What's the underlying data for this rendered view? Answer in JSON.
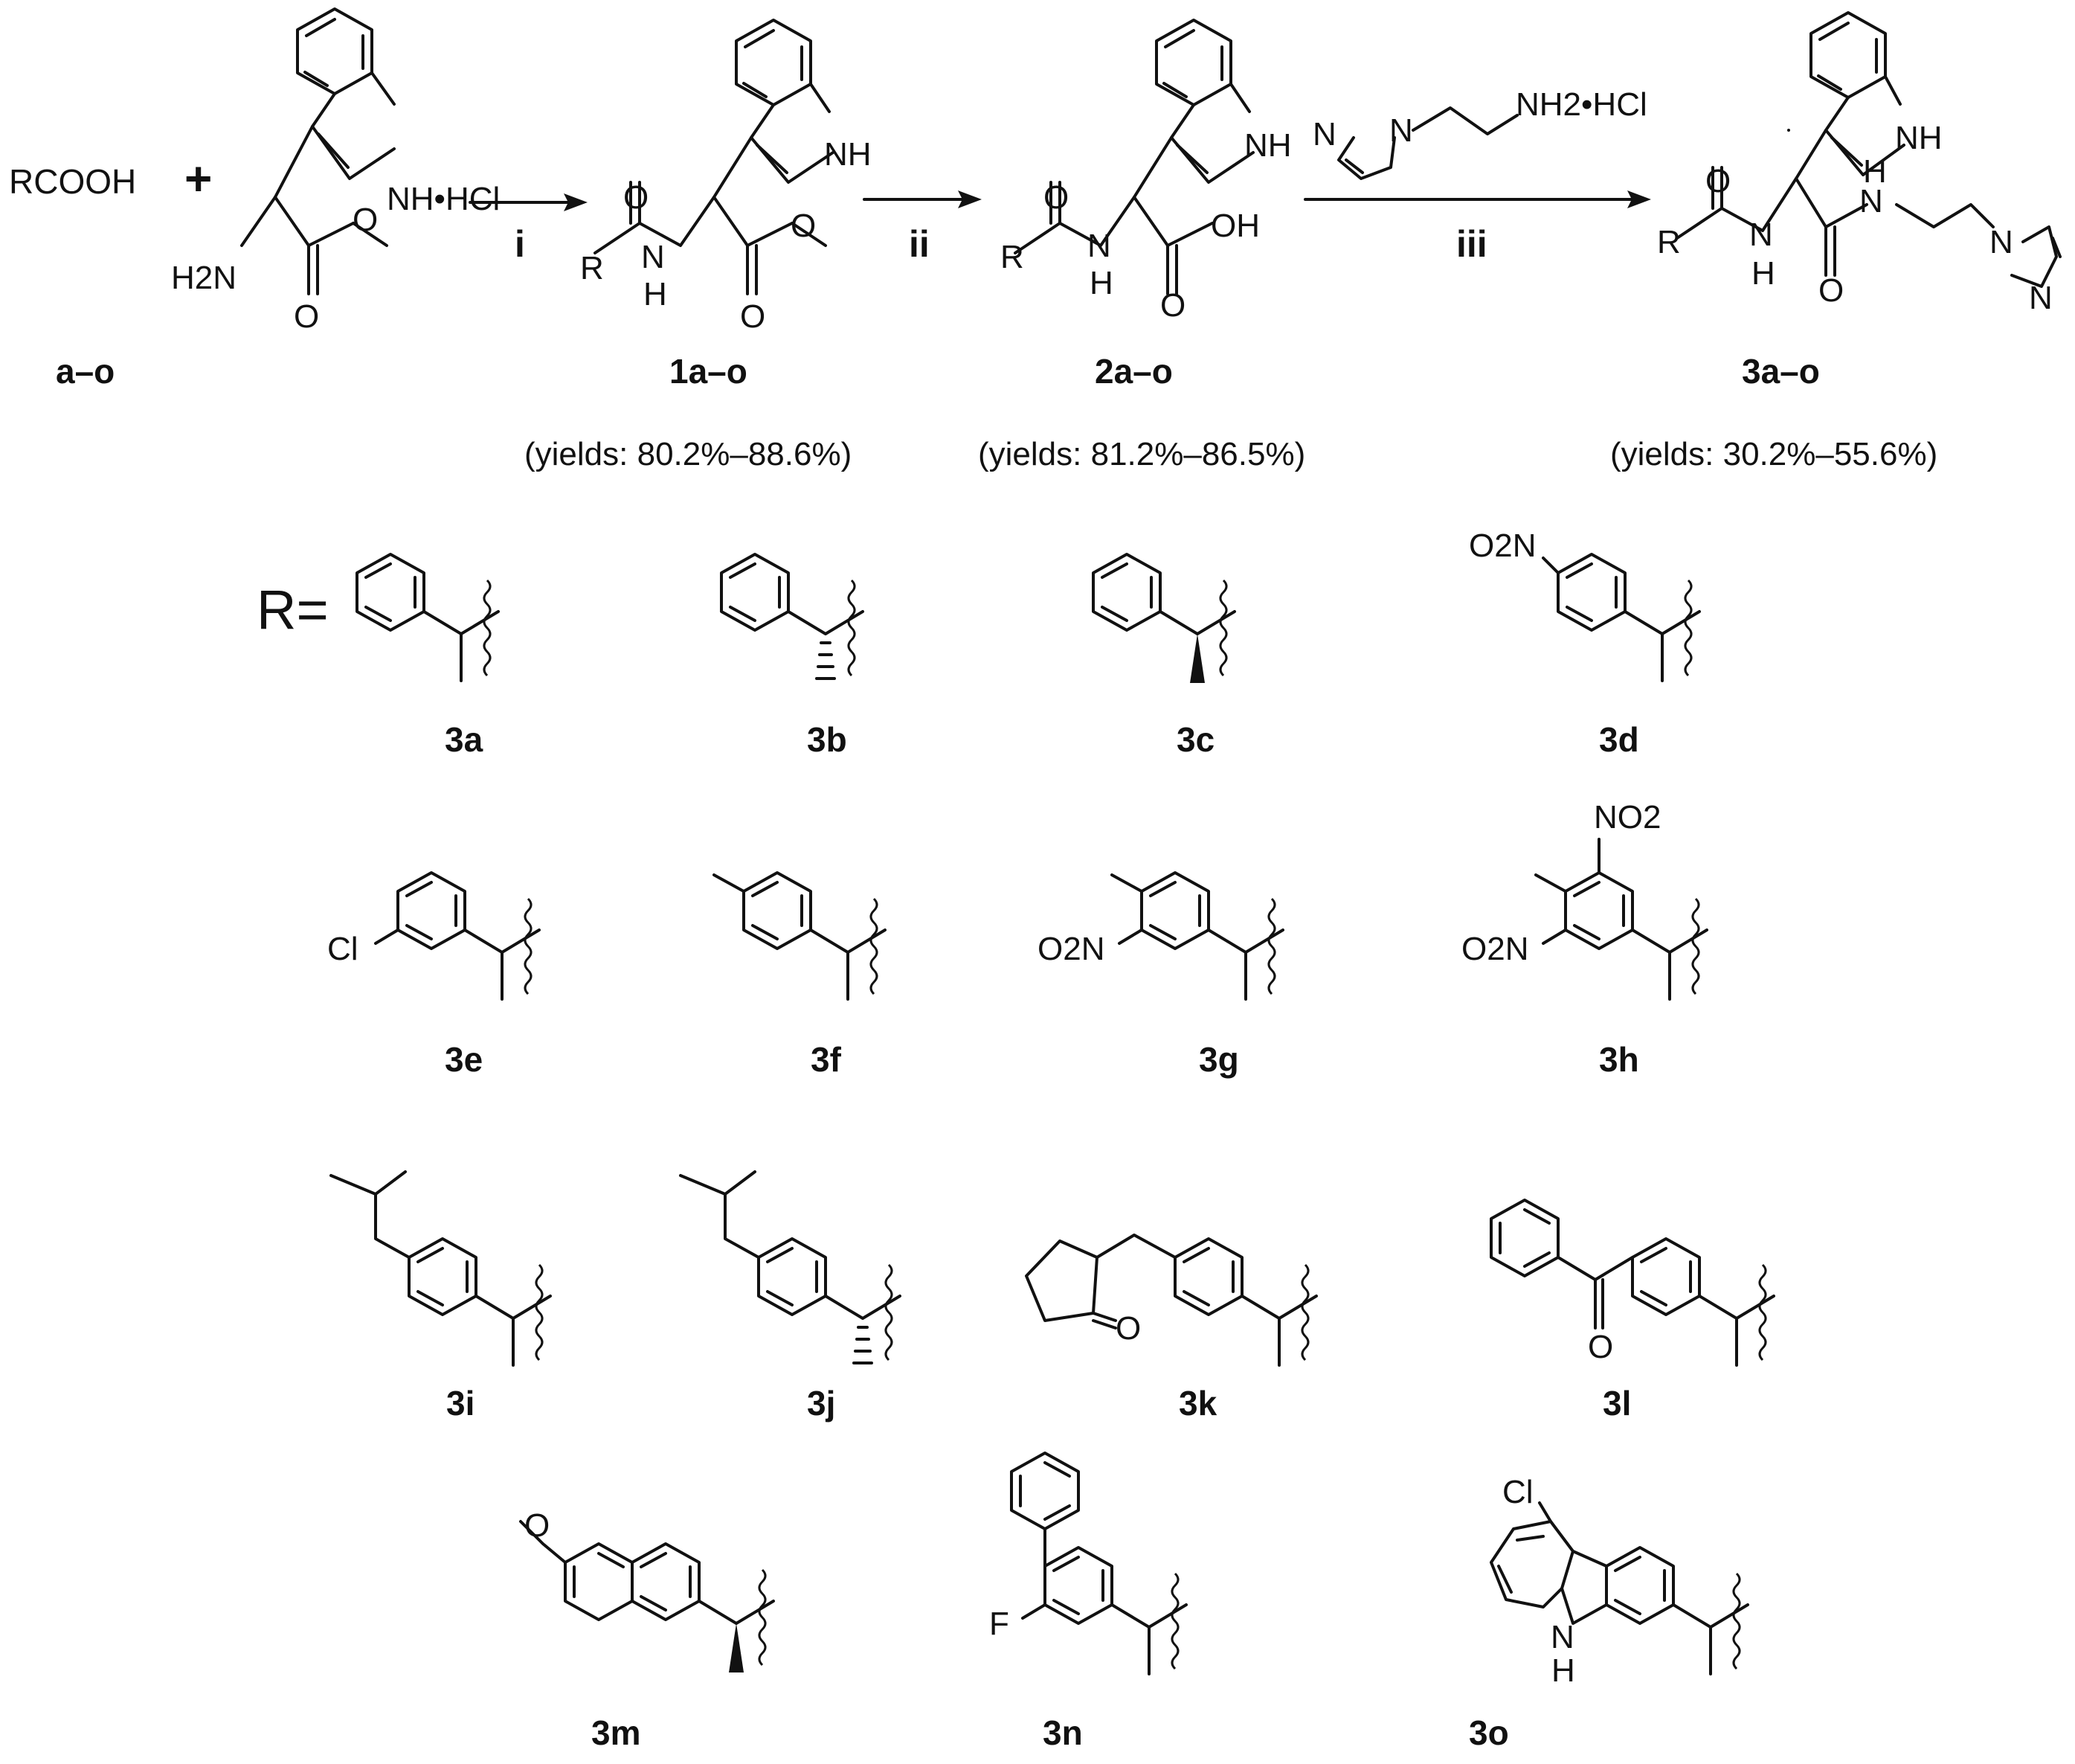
{
  "reactants": {
    "acid": "RCOOH",
    "plus": "+",
    "hcl_salt": "NH•HCl",
    "amine": "H2N",
    "ester_o": "O",
    "carbonyl_o": "O",
    "label": "a–o"
  },
  "steps": [
    {
      "reagent": "i",
      "product": "1a–o",
      "yield": "(yields: 80.2%–88.6%)"
    },
    {
      "reagent": "ii",
      "product": "2a–o",
      "yield": "(yields: 81.2%–86.5%)"
    },
    {
      "reagent": "iii",
      "product": "3a–o",
      "yield": "(yields: 30.2%–55.6%)"
    }
  ],
  "imidazole_reagent": {
    "amine": "NH2•HCl",
    "n1": "N",
    "n3": "N"
  },
  "atoms": {
    "nh": "NH",
    "n": "N",
    "h": "H",
    "o": "O",
    "oh": "OH",
    "r": "R"
  },
  "r_label": "R=",
  "substituent_labels": {
    "no2_left": "O2N",
    "no2_right": "NO2",
    "cl": "Cl",
    "f": "F",
    "o": "O",
    "carbazole_n": "N",
    "carbazole_h": "H"
  },
  "compounds": [
    "3a",
    "3b",
    "3c",
    "3d",
    "3e",
    "3f",
    "3g",
    "3h",
    "3i",
    "3j",
    "3k",
    "3l",
    "3m",
    "3n",
    "3o"
  ]
}
